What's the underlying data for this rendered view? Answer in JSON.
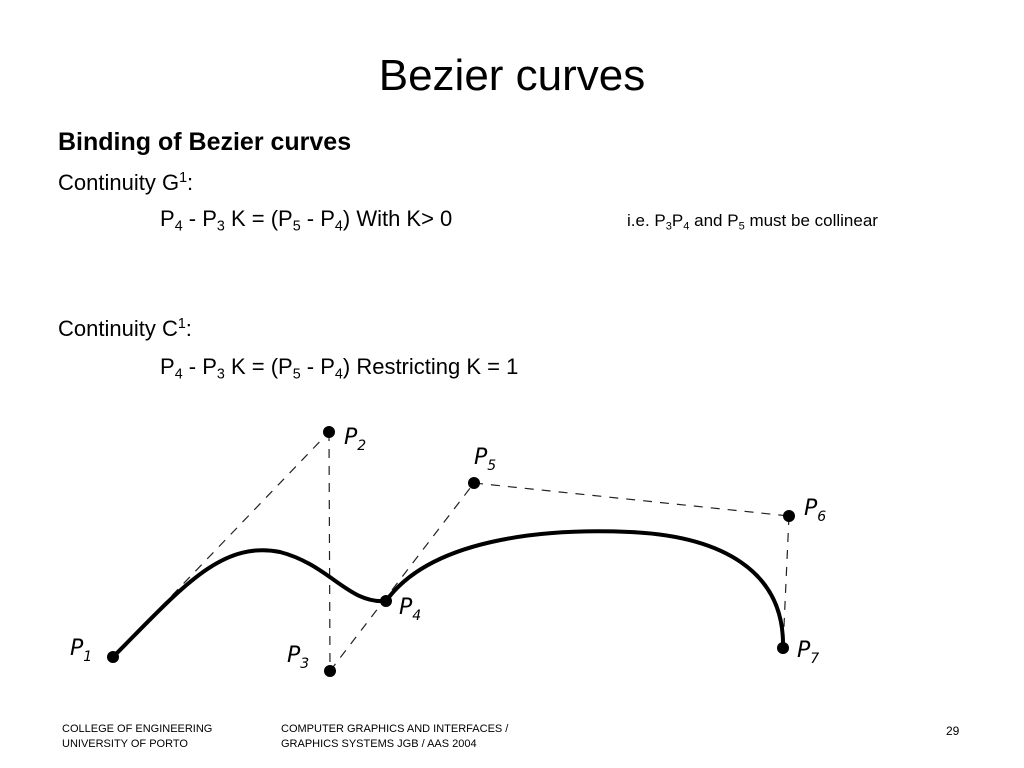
{
  "slide": {
    "title": "Bezier curves",
    "heading": "Binding of Bezier curves",
    "g1_label": "Continuity G",
    "g1_sup": "1",
    "c1_label": "Continuity C",
    "c1_sup": "1",
    "colon": ":",
    "eq_p": "P",
    "s3": "3",
    "s4": "4",
    "s5": "5",
    "minus": " - ",
    "k_eq": " K = (",
    "close": ")",
    "g1_suffix": " With K> 0",
    "c1_suffix": " Restricting K = 1",
    "note_prefix": "i.e. P",
    "note_and": " and P",
    "note_suffix": " must be collinear"
  },
  "diagram": {
    "points": [
      {
        "id": "p1",
        "letter": "P",
        "sub": "1"
      },
      {
        "id": "p2",
        "letter": "P",
        "sub": "2"
      },
      {
        "id": "p3",
        "letter": "P",
        "sub": "3"
      },
      {
        "id": "p4",
        "letter": "P",
        "sub": "4"
      },
      {
        "id": "p5",
        "letter": "P",
        "sub": "5"
      },
      {
        "id": "p6",
        "letter": "P",
        "sub": "6"
      },
      {
        "id": "p7",
        "letter": "P",
        "sub": "7"
      }
    ]
  },
  "footer": {
    "left_line1": "COLLEGE OF ENGINEERING",
    "left_line2": "UNIVERSITY OF PORTO",
    "mid_line1": "COMPUTER GRAPHICS AND INTERFACES /",
    "mid_line2": "GRAPHICS SYSTEMS JGB / AAS 2004",
    "page": "29"
  }
}
